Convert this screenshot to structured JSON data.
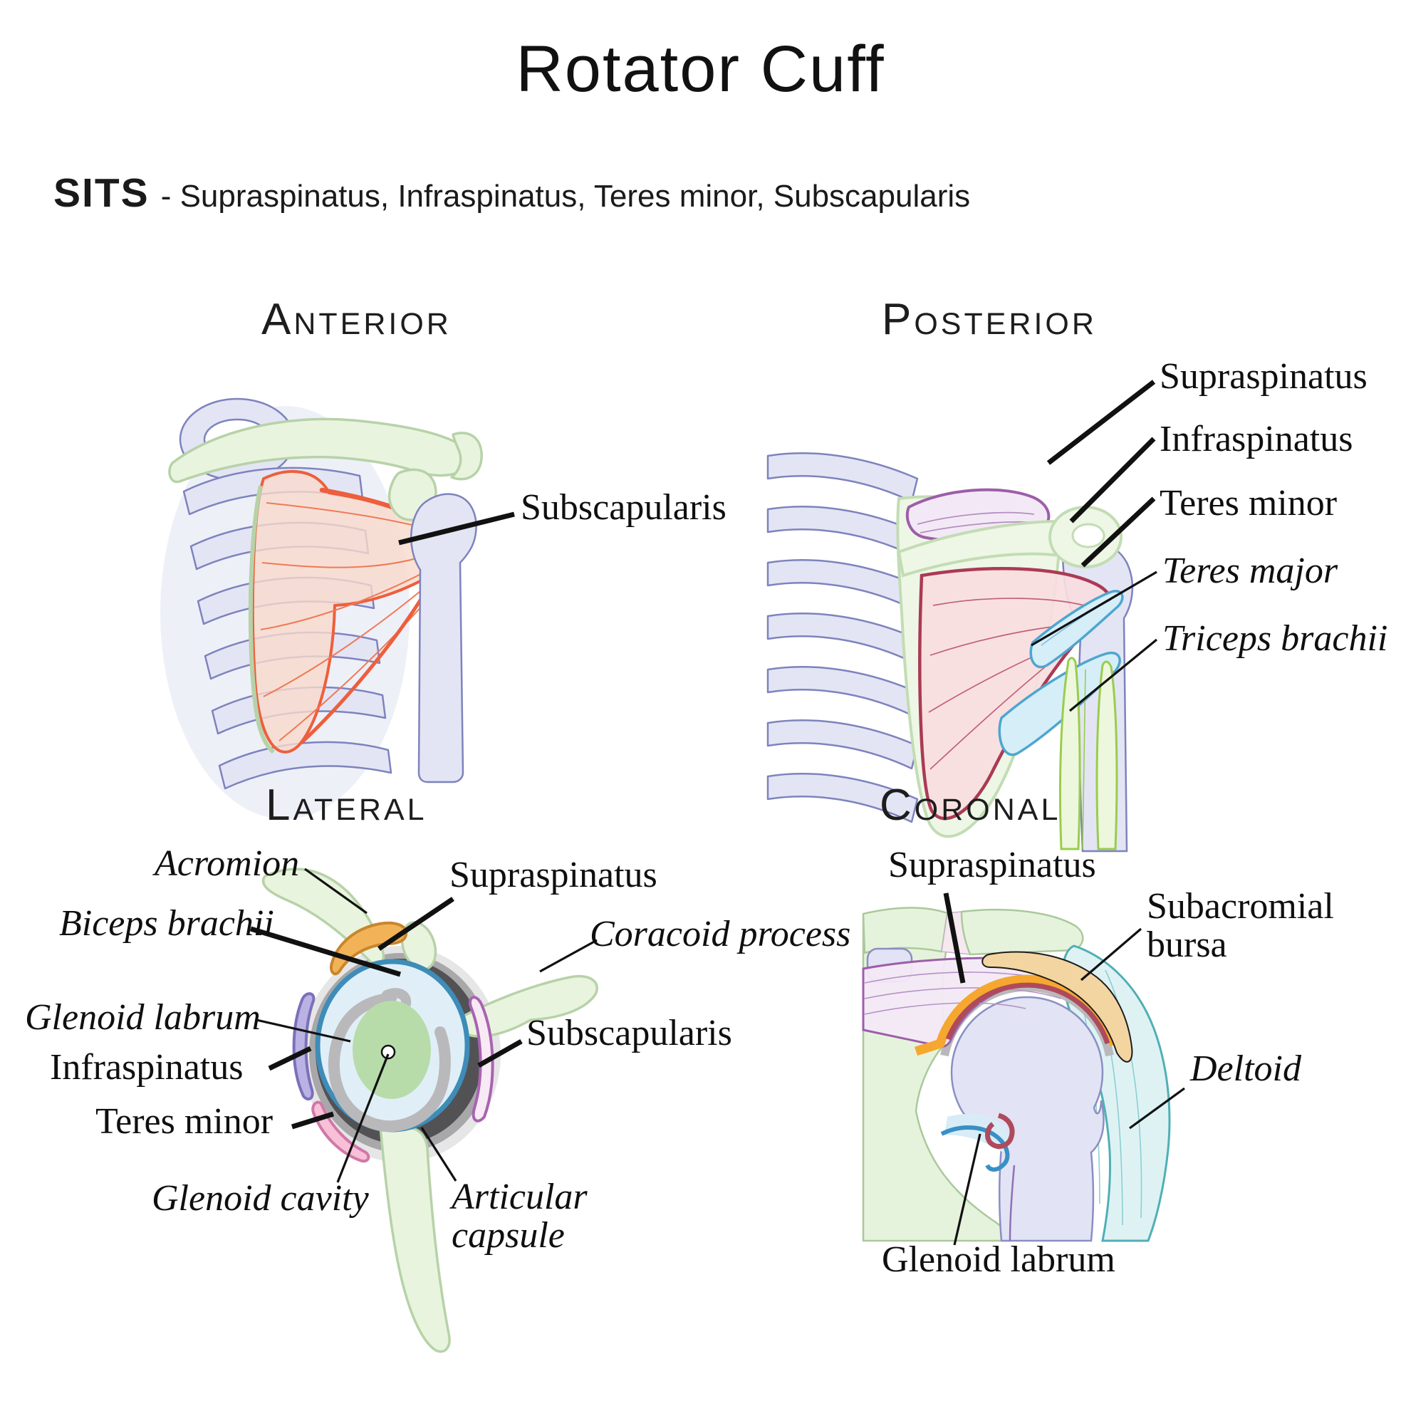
{
  "title": "Rotator Cuff",
  "mnemonic": {
    "acronym": "SITS",
    "expansion": "- Supraspinatus, Infraspinatus, Teres minor, Subscapularis"
  },
  "panels": {
    "anterior": {
      "heading": "Anterior",
      "labels": {
        "subscapularis": "Subscapularis"
      }
    },
    "posterior": {
      "heading": "Posterior",
      "labels": {
        "supraspinatus": "Supraspinatus",
        "infraspinatus": "Infraspinatus",
        "teres_minor": "Teres minor",
        "teres_major": "Teres major",
        "triceps_brachii": "Triceps brachii"
      }
    },
    "lateral": {
      "heading": "Lateral",
      "labels": {
        "acromion": "Acromion",
        "supraspinatus": "Supraspinatus",
        "biceps_brachii": "Biceps brachii",
        "coracoid_process": "Coracoid process",
        "glenoid_labrum": "Glenoid labrum",
        "infraspinatus": "Infraspinatus",
        "teres_minor": "Teres minor",
        "glenoid_cavity": "Glenoid cavity",
        "articular_capsule": "Articular\ncapsule",
        "subscapularis": "Subscapularis"
      }
    },
    "coronal": {
      "heading": "Coronal",
      "labels": {
        "supraspinatus": "Supraspinatus",
        "subacromial_bursa": "Subacromial\nbursa",
        "deltoid": "Deltoid",
        "glenoid_labrum": "Glenoid labrum"
      }
    }
  },
  "colors": {
    "text": "#111111",
    "bone_lavender_fill": "#e3e5f4",
    "bone_lavender_outline": "#7d83bd",
    "bone_green_fill": "#e9f4de",
    "bone_green_outline": "#b7d2a8",
    "subscapularis_fill": "#f9d9cc",
    "subscapularis_outline": "#ed5f3c",
    "supraspinatus_fill": "#f3e9f6",
    "supraspinatus_outline": "#9c5ea9",
    "infraspinatus_fill": "#f8dde1",
    "infraspinatus_outline": "#ab3a54",
    "teres_fill": "#d6eef8",
    "teres_outline": "#4ea6cf",
    "triceps_fill": "#edf7dd",
    "triceps_outline": "#9acc4e",
    "capsule_blue": "#3e8cb8",
    "capsule_fill": "#e0eff7",
    "glenoid_green": "#b7dcaa",
    "cartilage_gray": "#b9b9bb",
    "tendon_orange_fill": "#f2b257",
    "tendon_orange_outline": "#c8862c",
    "infraspinatus_crescent_fill": "#bab2e3",
    "infraspinatus_crescent_outline": "#7b70bb",
    "teres_minor_crescent_fill": "#f7c0d7",
    "teres_minor_crescent_outline": "#d277a8",
    "subscap_crescent_fill": "#f7eaf4",
    "subscap_crescent_outline": "#a963b1",
    "bursa_fill": "#f3d5a2",
    "deltoid_fill": "#def2f4",
    "deltoid_outline": "#4fb0b5",
    "labrum_maroon": "#ae4a5c",
    "coronal_tendon_orange": "#f6a72f"
  }
}
